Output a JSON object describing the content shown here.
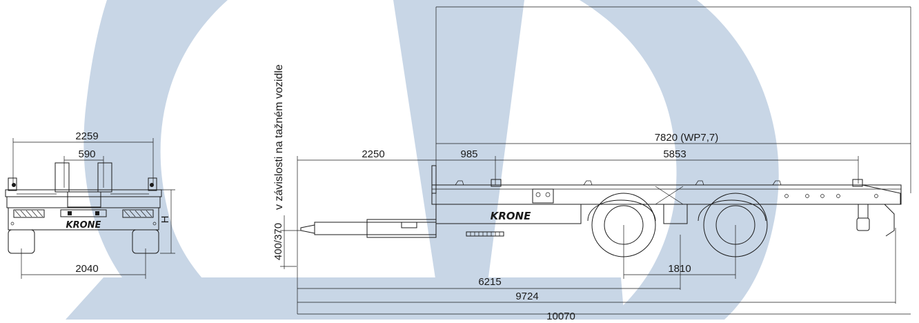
{
  "watermark_color": "#c8d6e6",
  "line_color": "#1a1a1a",
  "front_view": {
    "dim_overall_width": "2259",
    "dim_top_width": "590",
    "dim_track_width": "2040",
    "dim_height": "H",
    "logo_text": "KRONE"
  },
  "side_view": {
    "vertical_note": "v závislosti na tažném vozidle",
    "dim_drawbar_height": "400/370",
    "dim_overall_top": "7820 (WP7,7)",
    "dim_drawbar_length": "2250",
    "dim_front_offset": "985",
    "dim_platform": "5853",
    "dim_axle_spread": "1810",
    "dim_to_axle_center": "6215",
    "dim_to_rear": "9724",
    "dim_total_length": "10070",
    "logo_text": "KRONE"
  }
}
